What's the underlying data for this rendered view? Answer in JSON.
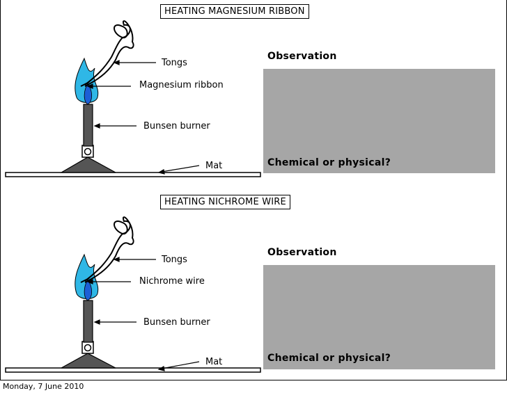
{
  "panels": [
    {
      "title": "HEATING MAGNESIUM RIBBON",
      "labels": {
        "tongs": "Tongs",
        "item": "Magnesium ribbon",
        "burner": "Bunsen burner",
        "mat": "Mat"
      },
      "observation_title": "Observation",
      "question": "Chemical or physical?"
    },
    {
      "title": "HEATING NICHROME WIRE",
      "labels": {
        "tongs": "Tongs",
        "item": "Nichrome wire",
        "burner": "Bunsen burner",
        "mat": "Mat"
      },
      "observation_title": "Observation",
      "question": "Chemical or physical?"
    }
  ],
  "footer": {
    "date": "Monday, 7 June 2010"
  },
  "colors": {
    "flame_outer": "#2fb7e6",
    "flame_inner": "#1c5fd6",
    "burner_fill": "#555555",
    "mat_fill": "#ffffff",
    "observation_box": "#a6a6a6"
  }
}
